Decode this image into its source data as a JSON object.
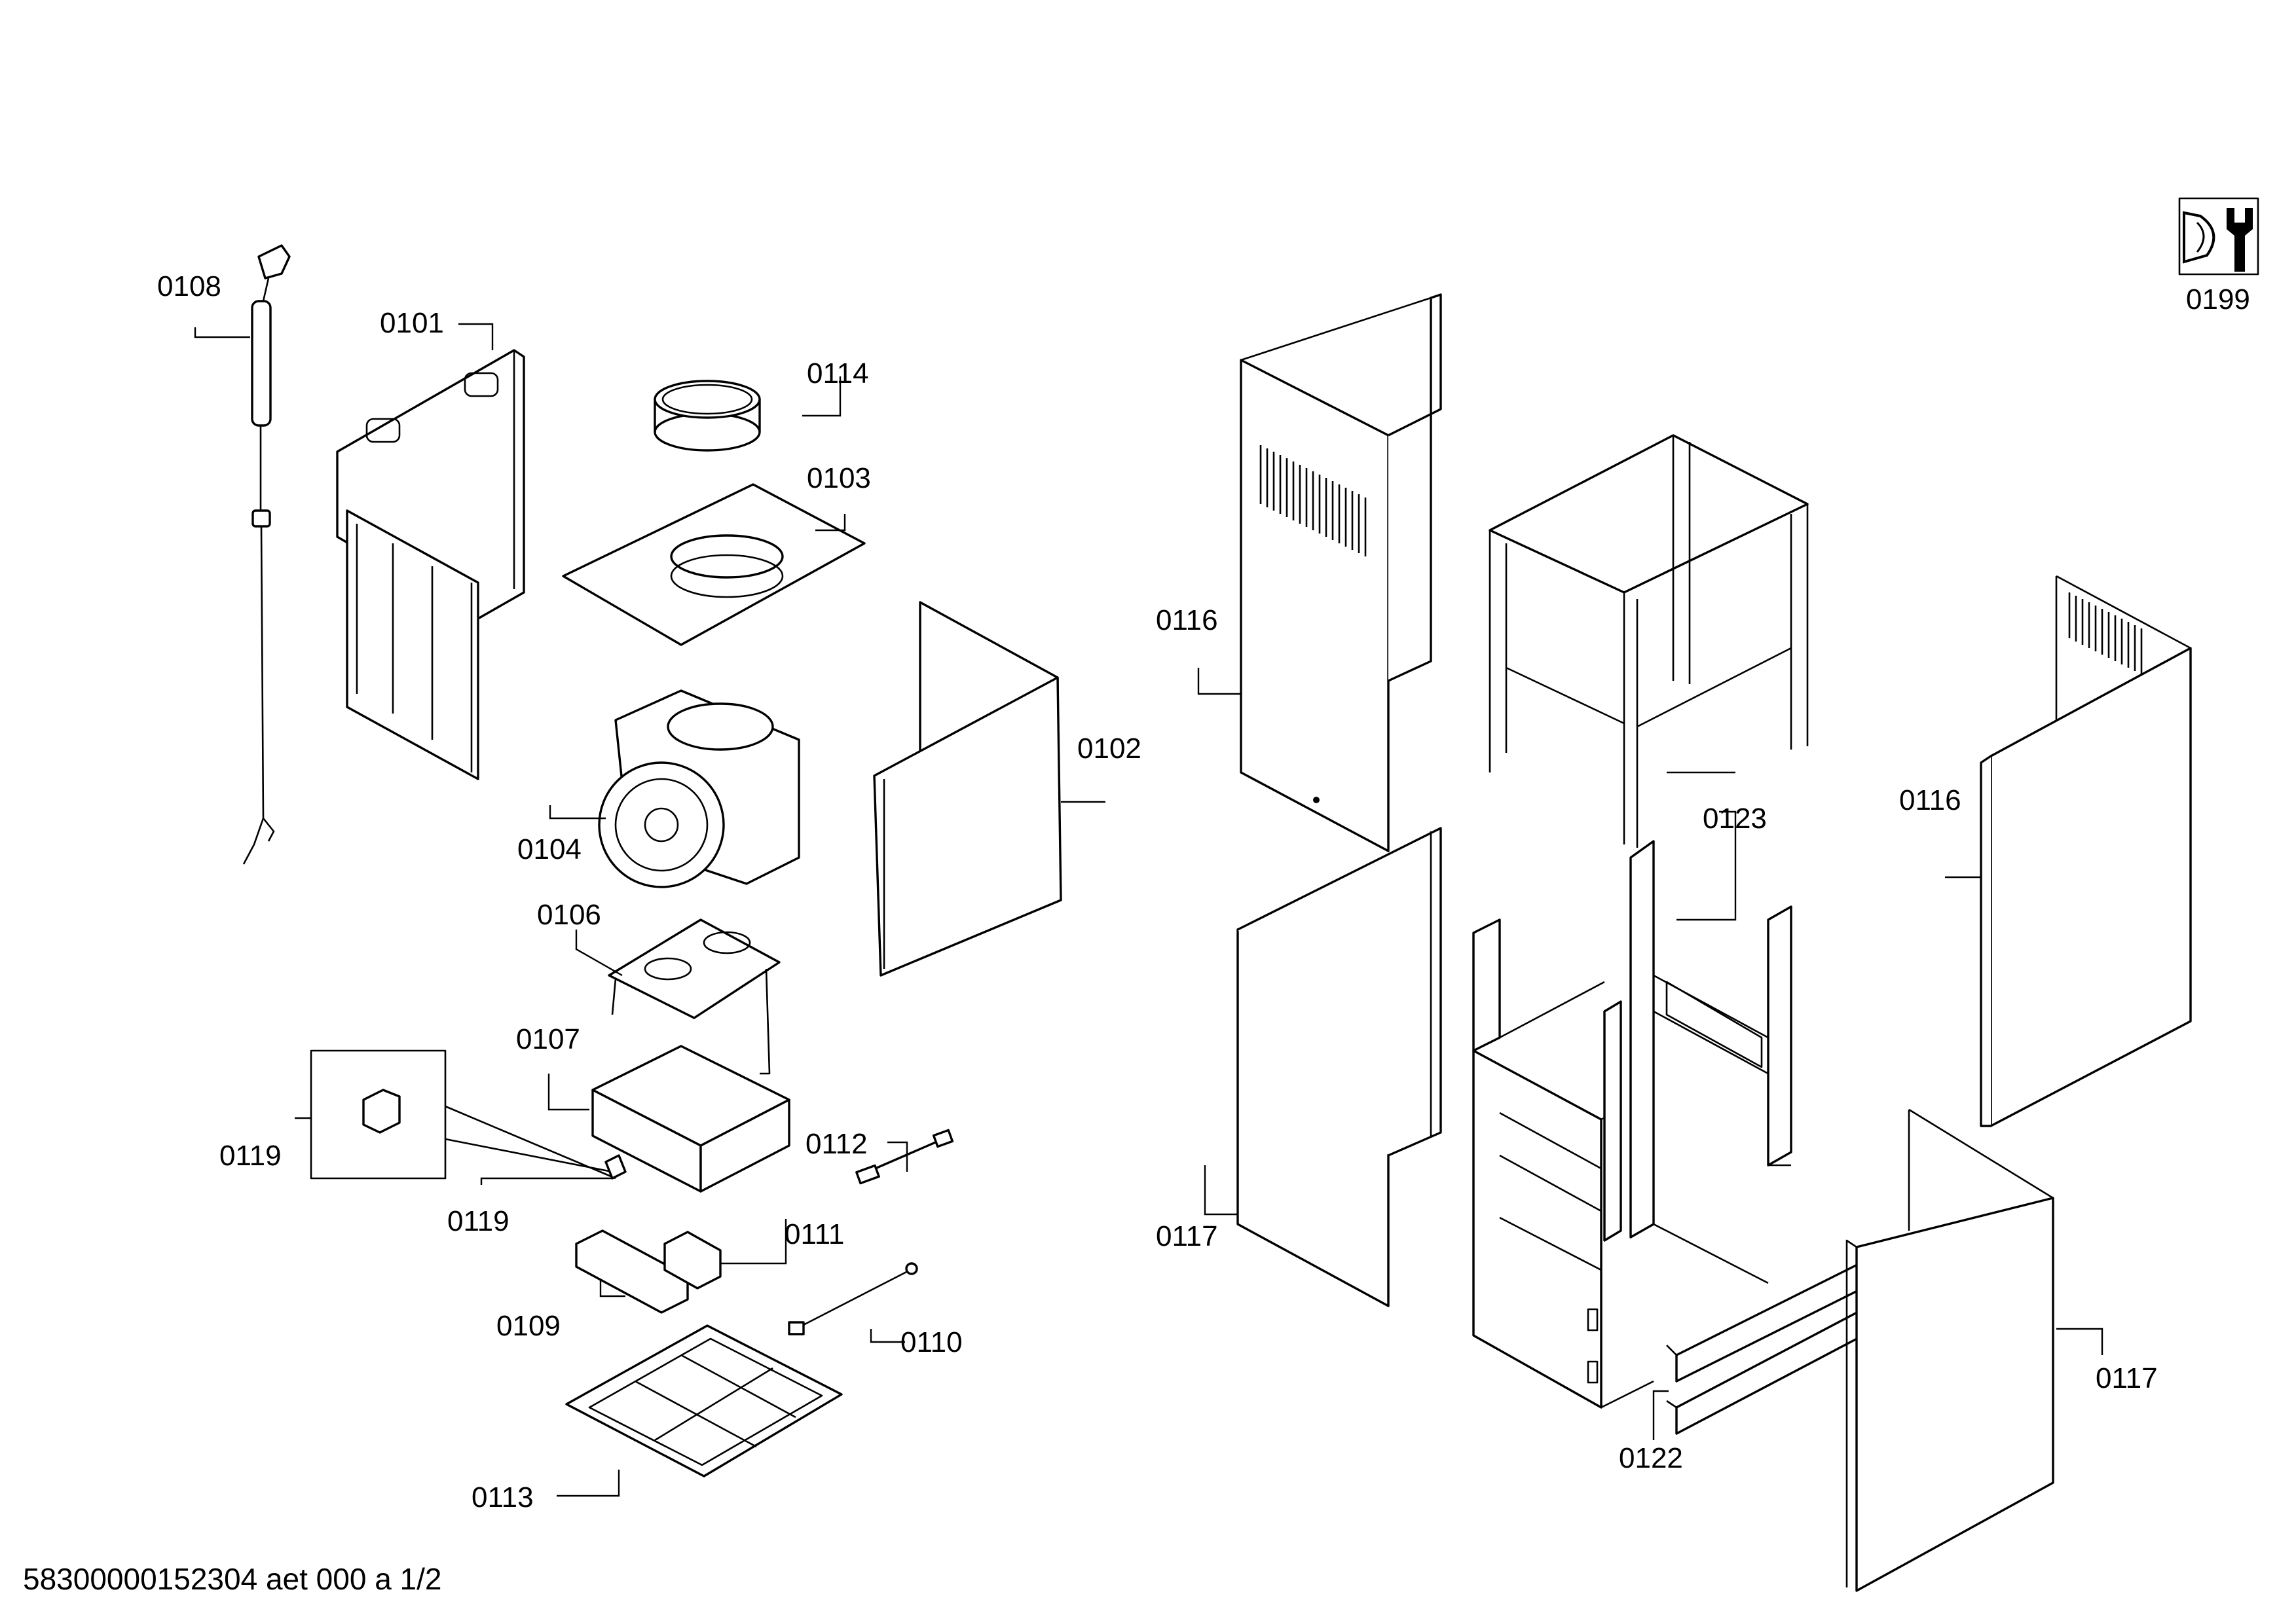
{
  "labels": {
    "p0101": "0101",
    "p0102": "0102",
    "p0103": "0103",
    "p0104": "0104",
    "p0106": "0106",
    "p0107": "0107",
    "p0108": "0108",
    "p0109": "0109",
    "p0110": "0110",
    "p0111": "0111",
    "p0112": "0112",
    "p0113": "0113",
    "p0114": "0114",
    "p0116_left": "0116",
    "p0116_right": "0116",
    "p0117_left": "0117",
    "p0117_right": "0117",
    "p0119_top": "0119",
    "p0119_bottom": "0119",
    "p0122": "0122",
    "p0123": "0123",
    "p0199": "0199"
  },
  "footer": {
    "document_code": "58300000152304 aet 000 a 1/2"
  },
  "icons": {
    "service": "wrench-service-icon"
  }
}
